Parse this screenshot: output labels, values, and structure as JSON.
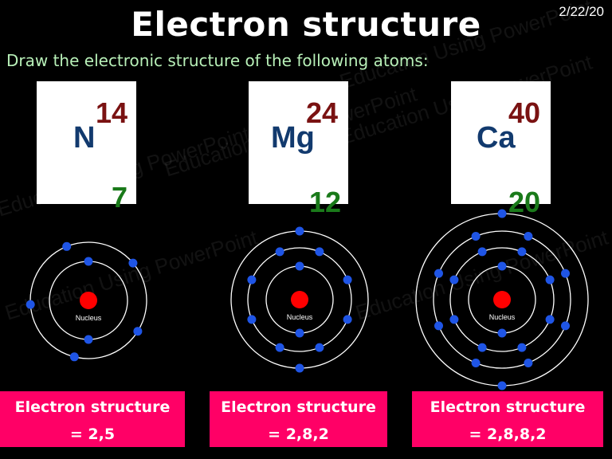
{
  "title": "Electron structure",
  "date": "2/22/20",
  "instruction": "Draw the electronic structure of the following atoms:",
  "watermark": "Education Using PowerPoint",
  "colors": {
    "background": "#000000",
    "instruction_text": "#b8f0b8",
    "symbol": "#123a6e",
    "mass_number": "#7a1212",
    "atomic_number": "#1a7a1a",
    "nucleus": "#ff0000",
    "electron": "#1f55e6",
    "shell": "#ffffff",
    "result_box": "#ff0066"
  },
  "atoms": [
    {
      "symbol": "N",
      "mass_number": "14",
      "atomic_number": "7",
      "nucleus_label": "Nucleus",
      "shells": [
        2,
        5
      ],
      "result_label": "Electron structure",
      "result_value": "= 2,5"
    },
    {
      "symbol": "Mg",
      "mass_number": "24",
      "atomic_number": "12",
      "nucleus_label": "Nucleus",
      "shells": [
        2,
        8,
        2
      ],
      "result_label": "Electron structure",
      "result_value": "= 2,8,2"
    },
    {
      "symbol": "Ca",
      "mass_number": "40",
      "atomic_number": "20",
      "nucleus_label": "Nucleus",
      "shells": [
        2,
        8,
        8,
        2
      ],
      "result_label": "Electron structure",
      "result_value": "= 2,8,8,2"
    }
  ]
}
